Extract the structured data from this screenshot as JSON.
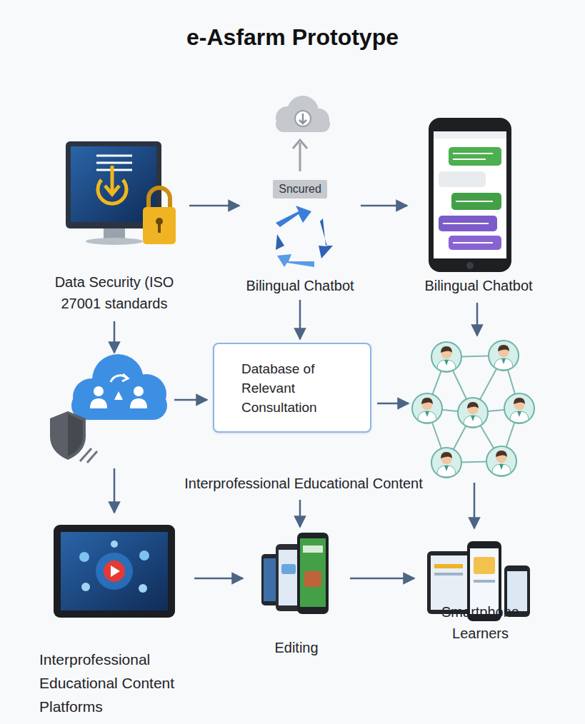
{
  "diagram": {
    "title": "e-Asfarm Prototype",
    "nodes": [
      {
        "text": [
          "Data Security (ISO 27001 standards"
        ]
      },
      {
        "text": [
          "Sncured",
          "Bilingual Chatbot"
        ]
      },
      {
        "text": [
          "Bilingual Chatbot"
        ]
      },
      {
        "text": [
          "Database of Relevant Consultation"
        ]
      },
      {
        "text": [
          "Interprofessional Educational Content Platforms"
        ]
      },
      {
        "text": [
          "Editing"
        ]
      },
      {
        "text": [
          "Smartphone Learners"
        ]
      }
    ],
    "edges": [
      {
        "from": 0,
        "to": 1,
        "arrow": "to"
      },
      {
        "from": 1,
        "to": 2,
        "arrow": "to"
      },
      {
        "from": 1,
        "to": 3,
        "arrow": "to"
      },
      {
        "from": 4,
        "to": 5,
        "arrow": "to"
      },
      {
        "from": 5,
        "to": 6,
        "arrow": "to"
      }
    ],
    "labels": [
      "Interprofessional Educational Content"
    ]
  }
}
